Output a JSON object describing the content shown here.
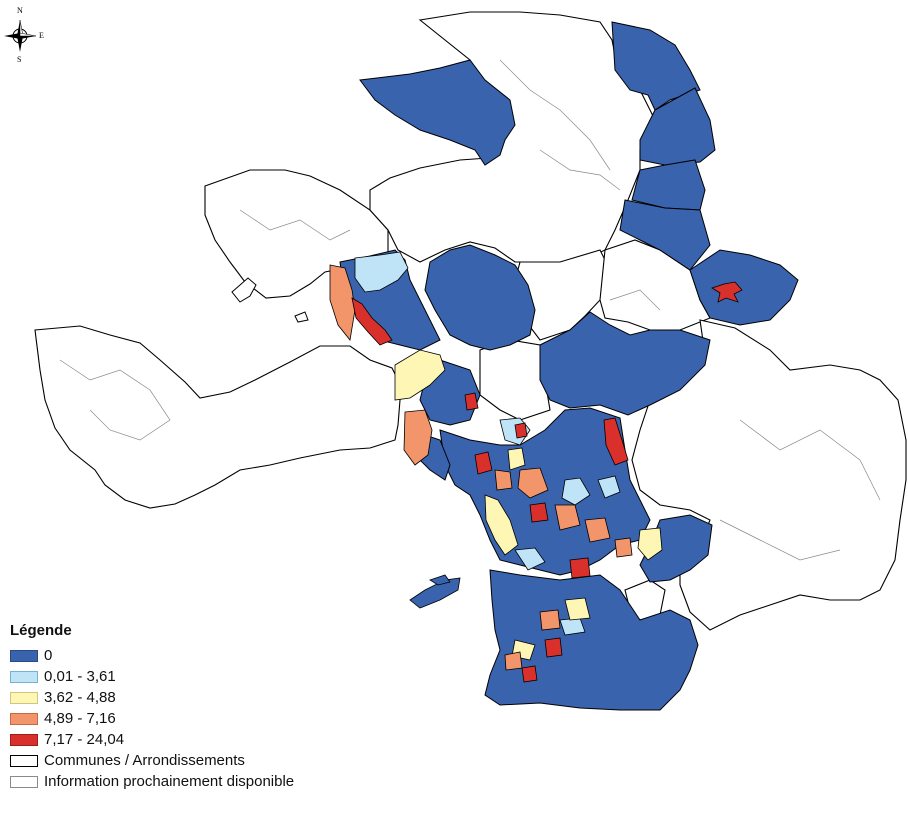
{
  "map": {
    "compass": {
      "north": "N",
      "east": "E",
      "south": "S"
    },
    "colors": {
      "class_0": "#3a63ae",
      "class_1": "#bfe4f7",
      "class_2": "#fdf6b4",
      "class_3": "#f2956a",
      "class_4": "#d9302b",
      "outline": "#000000",
      "inner_border": "#8a8a8a"
    }
  },
  "legend": {
    "title": "Légende",
    "items": [
      {
        "label": "0",
        "color": "#3a63ae",
        "border": "#2a4a87"
      },
      {
        "label": "0,01 - 3,61",
        "color": "#bfe4f7",
        "border": "#7ab0d0"
      },
      {
        "label": "3,62 - 4,88",
        "color": "#fdf6b4",
        "border": "#cfc680"
      },
      {
        "label": "4,89 - 7,16",
        "color": "#f2956a",
        "border": "#c46a44"
      },
      {
        "label": "7,17 - 24,04",
        "color": "#d9302b",
        "border": "#9e1d1a"
      },
      {
        "label": "Communes / Arrondissements",
        "color": "#ffffff",
        "border": "#000000"
      },
      {
        "label": "Information prochainement disponible",
        "color": "#ffffff",
        "border": "#8a8a8a"
      }
    ]
  }
}
